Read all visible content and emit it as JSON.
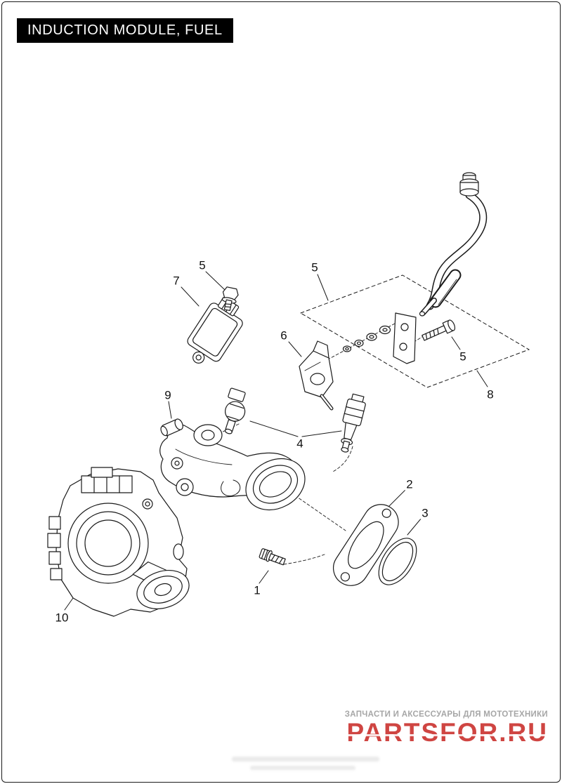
{
  "page": {
    "title": "INDUCTION MODULE, FUEL"
  },
  "diagram": {
    "description": "Exploded parts diagram of fuel induction module with numbered callouts",
    "callouts": [
      {
        "label": "5"
      },
      {
        "label": "7"
      },
      {
        "label": "5"
      },
      {
        "label": "6"
      },
      {
        "label": "5"
      },
      {
        "label": "8"
      },
      {
        "label": "9"
      },
      {
        "label": "4"
      },
      {
        "label": "2"
      },
      {
        "label": "3"
      },
      {
        "label": "1"
      },
      {
        "label": "10"
      }
    ]
  },
  "watermark": {
    "tagline": "ЗАПЧАСТИ И АКСЕССУАРЫ ДЛЯ МОТОТЕХНИКИ",
    "logo": "PARTSFOR.RU",
    "logo_color": "#cf4542"
  }
}
